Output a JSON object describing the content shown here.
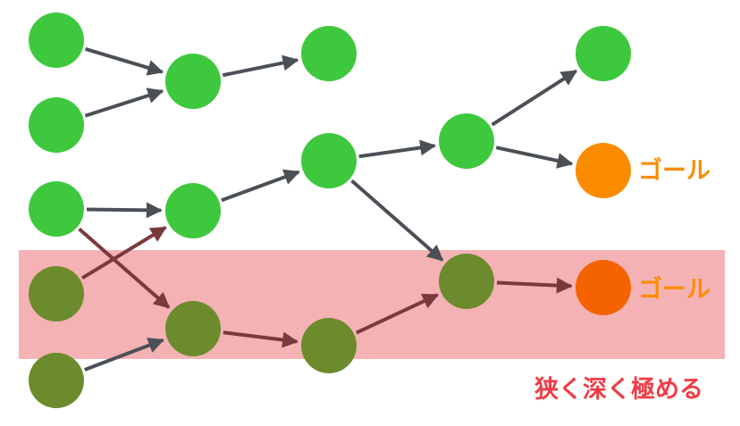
{
  "labels": {
    "goal_top": "ゴール",
    "goal_bottom": "ゴール",
    "caption": "狭く深く極める"
  },
  "colors": {
    "node_green": "#3ec83e",
    "node_olive": "#6b8b2c",
    "goal_orange": "#fb8c00",
    "goal_deep_orange": "#f46300",
    "arrow_gray": "#4b5056",
    "arrow_red": "#7a3a3c",
    "highlight_band": "#f4b2b4",
    "label_orange": "#fb8c00",
    "caption_red": "#f03c46"
  },
  "nodes": [
    {
      "id": "n1",
      "kind": "node",
      "highlighted": false
    },
    {
      "id": "n2",
      "kind": "node",
      "highlighted": false
    },
    {
      "id": "n3",
      "kind": "node",
      "highlighted": false
    },
    {
      "id": "n4",
      "kind": "node",
      "highlighted": true
    },
    {
      "id": "n5",
      "kind": "node",
      "highlighted": true
    },
    {
      "id": "n6",
      "kind": "node",
      "highlighted": false
    },
    {
      "id": "n7",
      "kind": "node",
      "highlighted": false
    },
    {
      "id": "n8",
      "kind": "node",
      "highlighted": true
    },
    {
      "id": "n9",
      "kind": "node",
      "highlighted": false
    },
    {
      "id": "n10",
      "kind": "node",
      "highlighted": false
    },
    {
      "id": "n11",
      "kind": "node",
      "highlighted": true
    },
    {
      "id": "n12",
      "kind": "node",
      "highlighted": false
    },
    {
      "id": "n13",
      "kind": "node",
      "highlighted": true
    },
    {
      "id": "n14",
      "kind": "node",
      "highlighted": false
    },
    {
      "id": "goal1",
      "kind": "goal",
      "highlighted": false
    },
    {
      "id": "goal2",
      "kind": "goal",
      "highlighted": true
    }
  ],
  "edges": [
    {
      "from": "n1",
      "to": "n6",
      "highlighted": false
    },
    {
      "from": "n2",
      "to": "n6",
      "highlighted": false
    },
    {
      "from": "n6",
      "to": "n9",
      "highlighted": false
    },
    {
      "from": "n3",
      "to": "n7",
      "highlighted": false
    },
    {
      "from": "n3",
      "to": "n8",
      "highlighted": true
    },
    {
      "from": "n4",
      "to": "n7",
      "highlighted": true
    },
    {
      "from": "n5",
      "to": "n8",
      "highlighted": false
    },
    {
      "from": "n7",
      "to": "n10",
      "highlighted": false
    },
    {
      "from": "n8",
      "to": "n11",
      "highlighted": true
    },
    {
      "from": "n10",
      "to": "n12",
      "highlighted": false
    },
    {
      "from": "n10",
      "to": "n13",
      "highlighted": false
    },
    {
      "from": "n11",
      "to": "n13",
      "highlighted": true
    },
    {
      "from": "n12",
      "to": "n14",
      "highlighted": false
    },
    {
      "from": "n12",
      "to": "goal1",
      "highlighted": false
    },
    {
      "from": "n13",
      "to": "goal2",
      "highlighted": true
    }
  ]
}
